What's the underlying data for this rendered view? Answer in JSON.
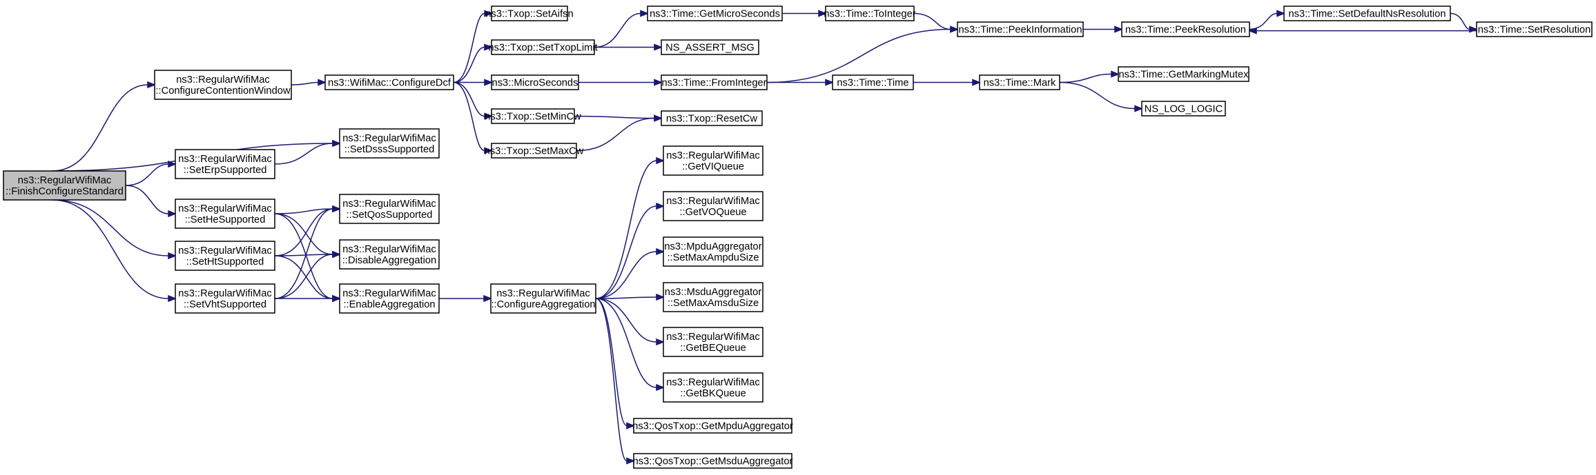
{
  "colors": {
    "edge": "#191970",
    "node_border": "#000000",
    "root_fill": "#bfbfbf",
    "node_fill": "#ffffff"
  },
  "nodes": [
    {
      "id": "finish",
      "lines": [
        "ns3::RegularWifiMac",
        "::FinishConfigureStandard"
      ],
      "root": true
    },
    {
      "id": "cfgcw",
      "lines": [
        "ns3::RegularWifiMac",
        "::ConfigureContentionWindow"
      ]
    },
    {
      "id": "dsss",
      "lines": [
        "ns3::RegularWifiMac",
        "::SetDsssSupported"
      ]
    },
    {
      "id": "erp",
      "lines": [
        "ns3::RegularWifiMac",
        "::SetErpSupported"
      ]
    },
    {
      "id": "he",
      "lines": [
        "ns3::RegularWifiMac",
        "::SetHeSupported"
      ]
    },
    {
      "id": "ht",
      "lines": [
        "ns3::RegularWifiMac",
        "::SetHtSupported"
      ]
    },
    {
      "id": "vht",
      "lines": [
        "ns3::RegularWifiMac",
        "::SetVhtSupported"
      ]
    },
    {
      "id": "qos",
      "lines": [
        "ns3::RegularWifiMac",
        "::SetQosSupported"
      ]
    },
    {
      "id": "disagg",
      "lines": [
        "ns3::RegularWifiMac",
        "::DisableAggregation"
      ]
    },
    {
      "id": "enagg",
      "lines": [
        "ns3::RegularWifiMac",
        "::EnableAggregation"
      ]
    },
    {
      "id": "dcf",
      "lines": [
        "ns3::WifiMac::ConfigureDcf"
      ]
    },
    {
      "id": "cfgagg",
      "lines": [
        "ns3::RegularWifiMac",
        "::ConfigureAggregation"
      ]
    },
    {
      "id": "aifsn",
      "lines": [
        "ns3::Txop::SetAifsn"
      ]
    },
    {
      "id": "txoplimit",
      "lines": [
        "ns3::Txop::SetTxopLimit"
      ]
    },
    {
      "id": "micros",
      "lines": [
        "ns3::MicroSeconds"
      ]
    },
    {
      "id": "mincw",
      "lines": [
        "ns3::Txop::SetMinCw"
      ]
    },
    {
      "id": "maxcw",
      "lines": [
        "ns3::Txop::SetMaxCw"
      ]
    },
    {
      "id": "getmicro",
      "lines": [
        "ns3::Time::GetMicroSeconds"
      ]
    },
    {
      "id": "assert",
      "lines": [
        "NS_ASSERT_MSG"
      ]
    },
    {
      "id": "fromint",
      "lines": [
        "ns3::Time::FromInteger"
      ]
    },
    {
      "id": "resetcw",
      "lines": [
        "ns3::Txop::ResetCw"
      ]
    },
    {
      "id": "getvi",
      "lines": [
        "ns3::RegularWifiMac",
        "::GetVIQueue"
      ]
    },
    {
      "id": "getvo",
      "lines": [
        "ns3::RegularWifiMac",
        "::GetVOQueue"
      ]
    },
    {
      "id": "maxampdu",
      "lines": [
        "ns3::MpduAggregator",
        "::SetMaxAmpduSize"
      ]
    },
    {
      "id": "maxamsdu",
      "lines": [
        "ns3::MsduAggregator",
        "::SetMaxAmsduSize"
      ]
    },
    {
      "id": "getbe",
      "lines": [
        "ns3::RegularWifiMac",
        "::GetBEQueue"
      ]
    },
    {
      "id": "getbk",
      "lines": [
        "ns3::RegularWifiMac",
        "::GetBKQueue"
      ]
    },
    {
      "id": "getmpdu",
      "lines": [
        "ns3::QosTxop::GetMpduAggregator"
      ]
    },
    {
      "id": "getmsdu",
      "lines": [
        "ns3::QosTxop::GetMsduAggregator"
      ]
    },
    {
      "id": "toint",
      "lines": [
        "ns3::Time::ToInteger"
      ]
    },
    {
      "id": "time",
      "lines": [
        "ns3::Time::Time"
      ]
    },
    {
      "id": "peekinfo",
      "lines": [
        "ns3::Time::PeekInformation"
      ]
    },
    {
      "id": "mark",
      "lines": [
        "ns3::Time::Mark"
      ]
    },
    {
      "id": "peekres",
      "lines": [
        "ns3::Time::PeekResolution"
      ]
    },
    {
      "id": "marking",
      "lines": [
        "ns3::Time::GetMarkingMutex"
      ]
    },
    {
      "id": "loglogic",
      "lines": [
        "NS_LOG_LOGIC"
      ]
    },
    {
      "id": "setdefres",
      "lines": [
        "ns3::Time::SetDefaultNsResolution"
      ]
    },
    {
      "id": "setres",
      "lines": [
        "ns3::Time::SetResolution"
      ]
    }
  ],
  "edges": [
    [
      "finish",
      "cfgcw"
    ],
    [
      "finish",
      "dsss"
    ],
    [
      "finish",
      "erp"
    ],
    [
      "finish",
      "he"
    ],
    [
      "finish",
      "ht"
    ],
    [
      "finish",
      "vht"
    ],
    [
      "cfgcw",
      "dcf"
    ],
    [
      "erp",
      "dsss"
    ],
    [
      "he",
      "qos"
    ],
    [
      "he",
      "disagg"
    ],
    [
      "he",
      "enagg"
    ],
    [
      "ht",
      "qos"
    ],
    [
      "ht",
      "disagg"
    ],
    [
      "ht",
      "enagg"
    ],
    [
      "vht",
      "qos"
    ],
    [
      "vht",
      "disagg"
    ],
    [
      "vht",
      "enagg"
    ],
    [
      "enagg",
      "cfgagg"
    ],
    [
      "dcf",
      "aifsn"
    ],
    [
      "dcf",
      "txoplimit"
    ],
    [
      "dcf",
      "micros"
    ],
    [
      "dcf",
      "mincw"
    ],
    [
      "dcf",
      "maxcw"
    ],
    [
      "txoplimit",
      "getmicro"
    ],
    [
      "txoplimit",
      "assert"
    ],
    [
      "micros",
      "fromint"
    ],
    [
      "mincw",
      "resetcw"
    ],
    [
      "maxcw",
      "resetcw"
    ],
    [
      "cfgagg",
      "getvi"
    ],
    [
      "cfgagg",
      "getvo"
    ],
    [
      "cfgagg",
      "maxampdu"
    ],
    [
      "cfgagg",
      "maxamsdu"
    ],
    [
      "cfgagg",
      "getbe"
    ],
    [
      "cfgagg",
      "getbk"
    ],
    [
      "cfgagg",
      "getmpdu"
    ],
    [
      "cfgagg",
      "getmsdu"
    ],
    [
      "getmicro",
      "toint"
    ],
    [
      "toint",
      "peekinfo"
    ],
    [
      "fromint",
      "peekinfo"
    ],
    [
      "fromint",
      "time"
    ],
    [
      "time",
      "mark"
    ],
    [
      "mark",
      "marking"
    ],
    [
      "mark",
      "loglogic"
    ],
    [
      "peekinfo",
      "peekres"
    ],
    [
      "peekres",
      "setdefres"
    ],
    [
      "setdefres",
      "setres"
    ],
    [
      "setres",
      "peekres"
    ]
  ]
}
